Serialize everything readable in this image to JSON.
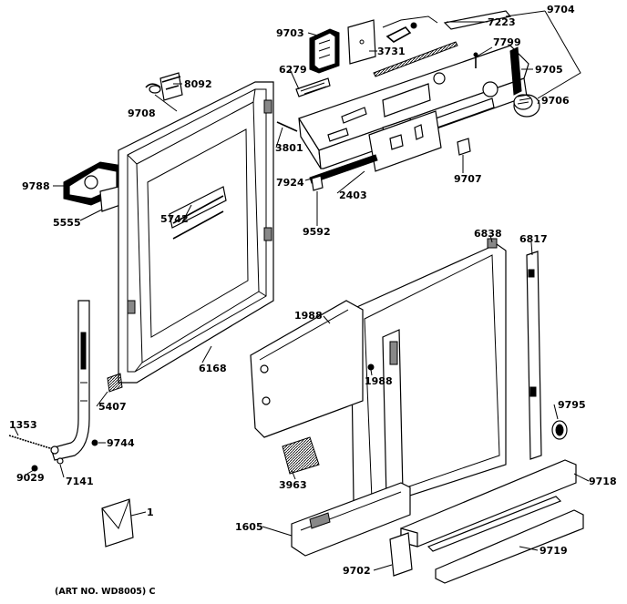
{
  "labels": {
    "p9704": "9704",
    "p7223": "7223",
    "p9703": "9703",
    "p7799": "7799",
    "p3731": "3731",
    "p6279": "6279",
    "p9705": "9705",
    "p8092": "8092",
    "p9706": "9706",
    "p9708": "9708",
    "p3801": "3801",
    "p7924": "7924",
    "p2403": "2403",
    "p9707": "9707",
    "p9788": "9788",
    "p5555": "5555",
    "p5742": "5742",
    "p9592": "9592",
    "p6838": "6838",
    "p6817": "6817",
    "p1988a": "1988",
    "p1988b": "1988",
    "p6168": "6168",
    "p5407": "5407",
    "p9795": "9795",
    "p1353": "1353",
    "p9744": "9744",
    "p9029": "9029",
    "p7141": "7141",
    "p3963": "3963",
    "p9718": "9718",
    "p1": "1",
    "p1605": "1605",
    "p9719": "9719",
    "p9702": "9702"
  },
  "footer": {
    "art_number": "(ART NO. WD8005) C"
  }
}
